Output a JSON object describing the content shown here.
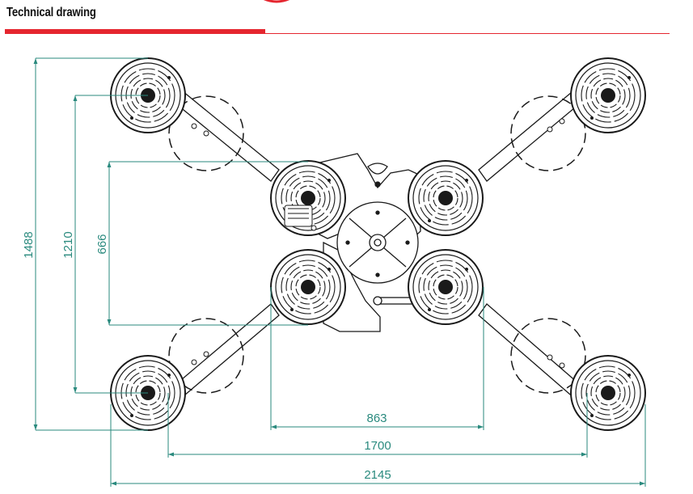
{
  "header": {
    "title": "Technical drawing"
  },
  "colors": {
    "accent": "#e5262f",
    "dimension": "#2a8a7e",
    "lines": "#1a1a1a"
  },
  "dimensions": {
    "total_height": "1488",
    "inner_height": "1210",
    "center_height": "666",
    "center_width": "863",
    "inner_width": "1700",
    "total_width": "2145"
  }
}
